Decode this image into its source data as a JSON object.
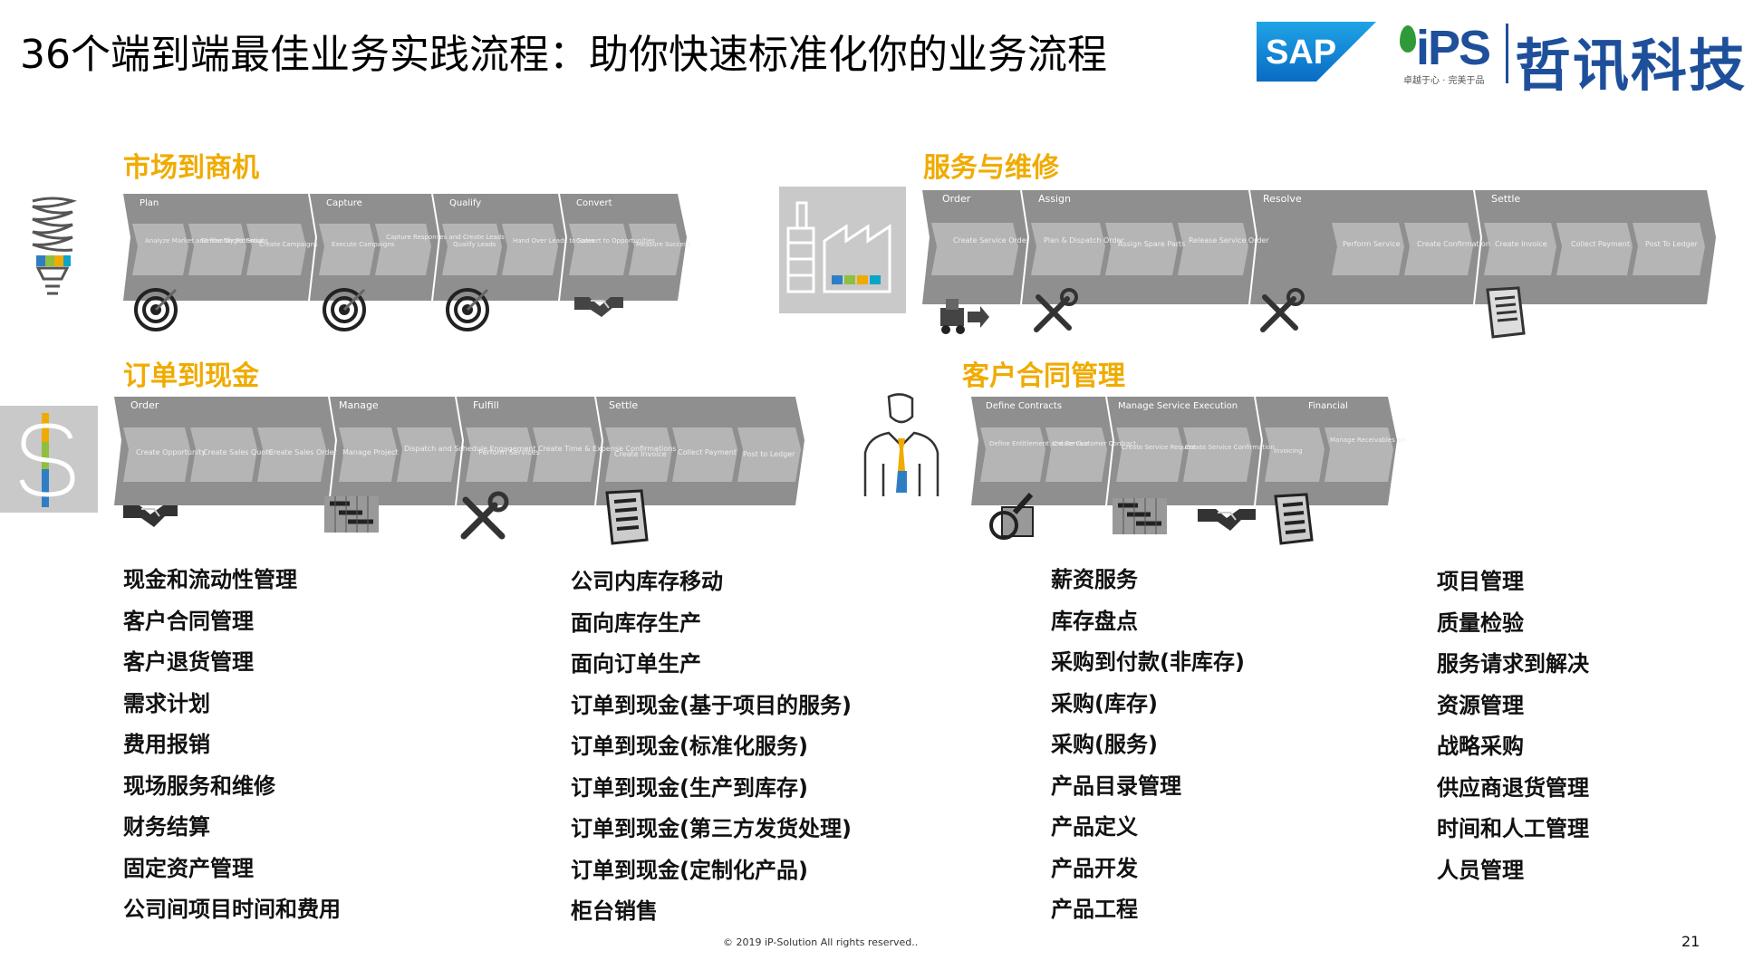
{
  "header": {
    "title": "36个端到端最佳业务实践流程：助你快速标准化你的业务流程",
    "sap_logo": "SAP",
    "ips_logo": "iPS",
    "ips_slogan": "卓越于心 · 完美于品",
    "brand": "哲讯科技"
  },
  "sections": {
    "market": {
      "title": "市场到商机",
      "phases": [
        "Plan",
        "Capture",
        "Qualify",
        "Convert"
      ],
      "steps": [
        "Analyze Market and Identify Potential",
        "Define Target Groups",
        "Create Campaigns",
        "Execute Campaigns",
        "Capture Responses and Create Leads",
        "Qualify Leads",
        "Hand Over Leads to Sales",
        "Convert to Opportunities",
        "Measure Success"
      ]
    },
    "service": {
      "title": "服务与维修",
      "phases": [
        "Order",
        "Assign",
        "Resolve",
        "Settle"
      ],
      "steps": [
        "Create Service Order",
        "Plan & Dispatch Order",
        "Assign Spare Parts",
        "Release Service Order",
        "Perform Service",
        "Create Confirmation",
        "Create Invoice",
        "Collect Payment",
        "Post To Ledger"
      ]
    },
    "order_cash": {
      "title": "订单到现金",
      "phases": [
        "Order",
        "Manage",
        "Fulfill",
        "Settle"
      ],
      "steps": [
        "Create Opportunity",
        "Create Sales Quote",
        "Create Sales Order",
        "Manage Project",
        "Dispatch and Schedule Engagement",
        "Perform Services",
        "Create Time & Expense Confirmations",
        "Create Invoice",
        "Collect Payment",
        "Post to Ledger"
      ]
    },
    "contract": {
      "title": "客户合同管理",
      "phases": [
        "Define Contracts",
        "Manage Service Execution",
        "Financial"
      ],
      "steps": [
        "Define Entitlement and Service",
        "Create Customer Contract",
        "Create Service Request",
        "Create Service Confirmation",
        "Invoicing",
        "Manage Receivables and Payables"
      ]
    }
  },
  "lists": {
    "col1": [
      "现金和流动性管理",
      "客户合同管理",
      "客户退货管理",
      "需求计划",
      "费用报销",
      "现场服务和维修",
      "财务结算",
      "固定资产管理",
      "公司间项目时间和费用"
    ],
    "col2": [
      "公司内库存移动",
      "面向库存生产",
      "面向订单生产",
      "订单到现金(基于项目的服务)",
      "订单到现金(标准化服务)",
      "订单到现金(生产到库存)",
      "订单到现金(第三方发货处理)",
      "订单到现金(定制化产品)",
      "柜台销售"
    ],
    "col3": [
      "薪资服务",
      "库存盘点",
      "采购到付款(非库存)",
      "采购(库存)",
      "采购(服务)",
      "产品目录管理",
      "产品定义",
      "产品开发",
      "产品工程"
    ],
    "col4": [
      "项目管理",
      "质量检验",
      "服务请求到解决",
      "资源管理",
      "战略采购",
      "供应商退货管理",
      "时间和人工管理",
      "人员管理"
    ]
  },
  "footer": {
    "copyright": "© 2019 iP-Solution All rights reserved..",
    "page": "21"
  },
  "colors": {
    "accent": "#f0ab00",
    "brand": "#1e4f9a",
    "chevron": "#8f8f8f",
    "step": "#b5b5b5"
  }
}
